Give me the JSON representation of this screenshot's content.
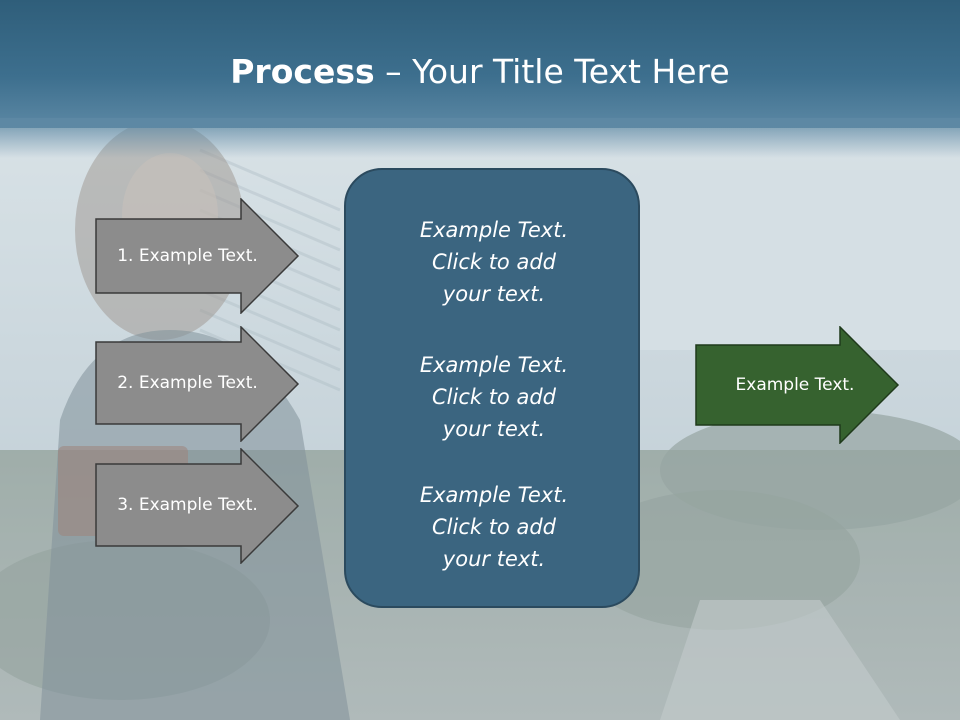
{
  "title": {
    "bold": "Process",
    "rest": " – Your Title Text Here"
  },
  "left_arrows": [
    {
      "label": "1. Example Text."
    },
    {
      "label": "2. Example Text."
    },
    {
      "label": "3. Example Text."
    }
  ],
  "center_box": {
    "blocks": [
      {
        "line1": "Example Text.",
        "line2": "Click  to add",
        "line3": "your text."
      },
      {
        "line1": "Example Text.",
        "line2": "Click  to add",
        "line3": "your text."
      },
      {
        "line1": "Example Text.",
        "line2": "Click  to add",
        "line3": "your text."
      }
    ]
  },
  "right_arrow": {
    "label": "Example Text."
  },
  "colors": {
    "header": "#3d6f8e",
    "gray_arrow": "#8c8c8c",
    "center_box": "#3b6580",
    "green_arrow": "#36622f"
  }
}
